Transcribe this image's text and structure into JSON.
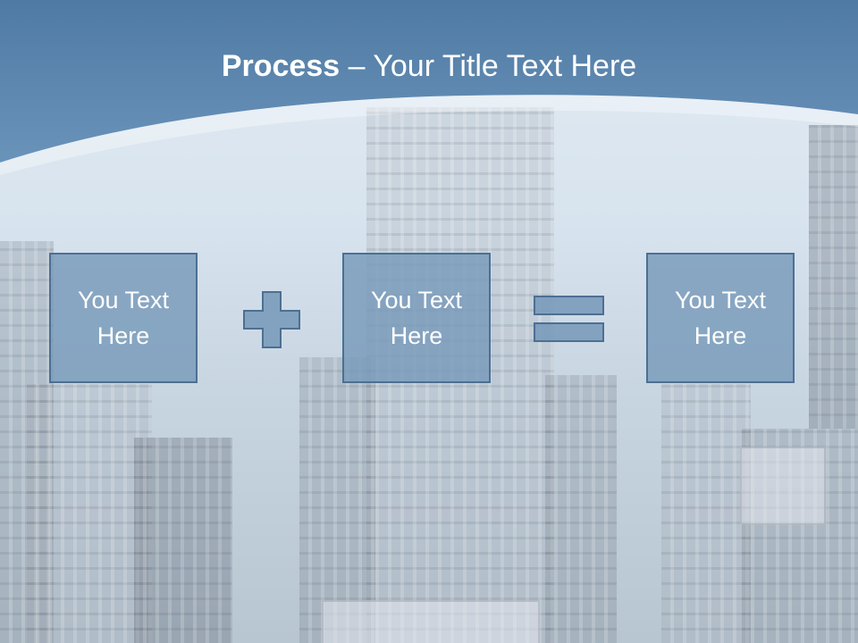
{
  "slide": {
    "title_bold": "Process",
    "title_rest": " – Your Title Text Here",
    "boxes": [
      {
        "text": "You Text Here"
      },
      {
        "text": "You Text Here"
      },
      {
        "text": "You Text Here"
      }
    ],
    "operators": [
      "plus-icon",
      "equals-icon"
    ],
    "colors": {
      "header": "#5b86ae",
      "box_fill": "#789aba",
      "box_border": "#4d6f92",
      "text": "#ffffff"
    }
  }
}
